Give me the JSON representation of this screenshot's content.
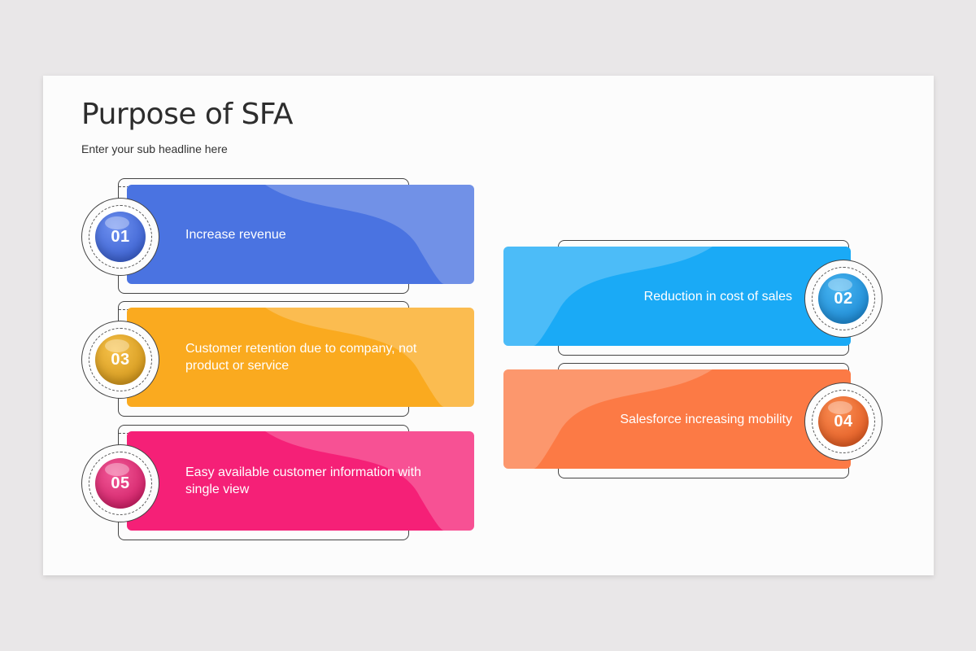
{
  "slide": {
    "title": "Purpose of SFA",
    "subtitle": "Enter your sub headline here"
  },
  "items": [
    {
      "number": "01",
      "text": "Increase revenue",
      "color": "#4a73e1",
      "badge_color": "#3b62d4"
    },
    {
      "number": "02",
      "text": "Reduction in cost of sales",
      "color": "#1aaaf6",
      "badge_color": "#1c93e2"
    },
    {
      "number": "03",
      "text": "Customer retention due to company, not product or service",
      "color": "#faaa1f",
      "badge_color": "#e0a119"
    },
    {
      "number": "04",
      "text": "Salesforce increasing mobility",
      "color": "#fc7a45",
      "badge_color": "#f2632a"
    },
    {
      "number": "05",
      "text": "Easy available customer information with single view",
      "color": "#f52077",
      "badge_color": "#e41f6e"
    }
  ]
}
